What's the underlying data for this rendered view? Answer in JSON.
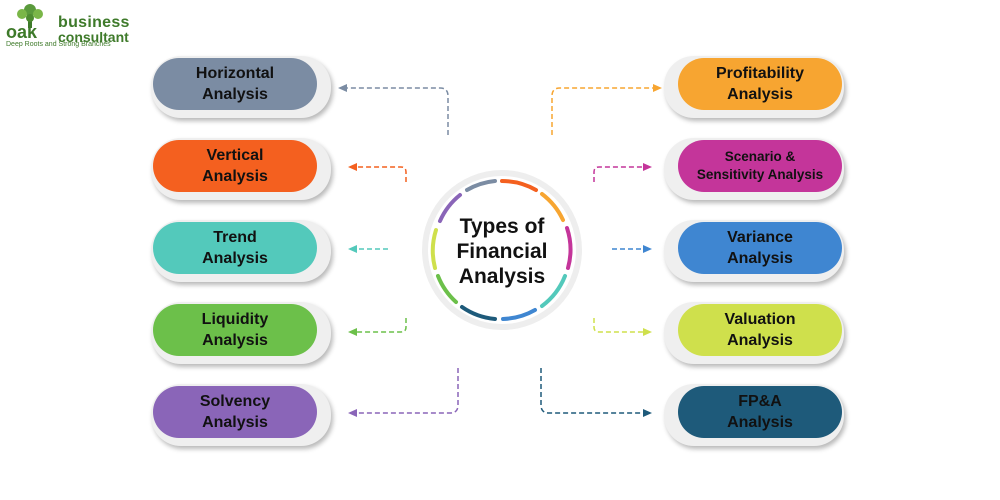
{
  "logo": {
    "word_top": "business",
    "word_bottom": "consultant",
    "mark_text": "oak",
    "tagline": "Deep Roots and Strong Branches"
  },
  "center": {
    "title": "Types of Financial Analysis"
  },
  "left_items": [
    {
      "label": "Horizontal Analysis",
      "color": "#7b8ca3"
    },
    {
      "label": "Vertical Analysis",
      "color": "#f4601f"
    },
    {
      "label": "Trend Analysis",
      "color": "#53c9bb"
    },
    {
      "label": "Liquidity Analysis",
      "color": "#6cc04a"
    },
    {
      "label": "Solvency Analysis",
      "color": "#8a65b8"
    }
  ],
  "right_items": [
    {
      "label": "Profitability Analysis",
      "color": "#f7a531"
    },
    {
      "label": "Scenario & Sensitivity Analysis",
      "color": "#c4359a"
    },
    {
      "label": "Variance Analysis",
      "color": "#3f86d1"
    },
    {
      "label": "Valuation Analysis",
      "color": "#cfe04c"
    },
    {
      "label": "FP&A Analysis",
      "color": "#1e5a7a"
    }
  ]
}
